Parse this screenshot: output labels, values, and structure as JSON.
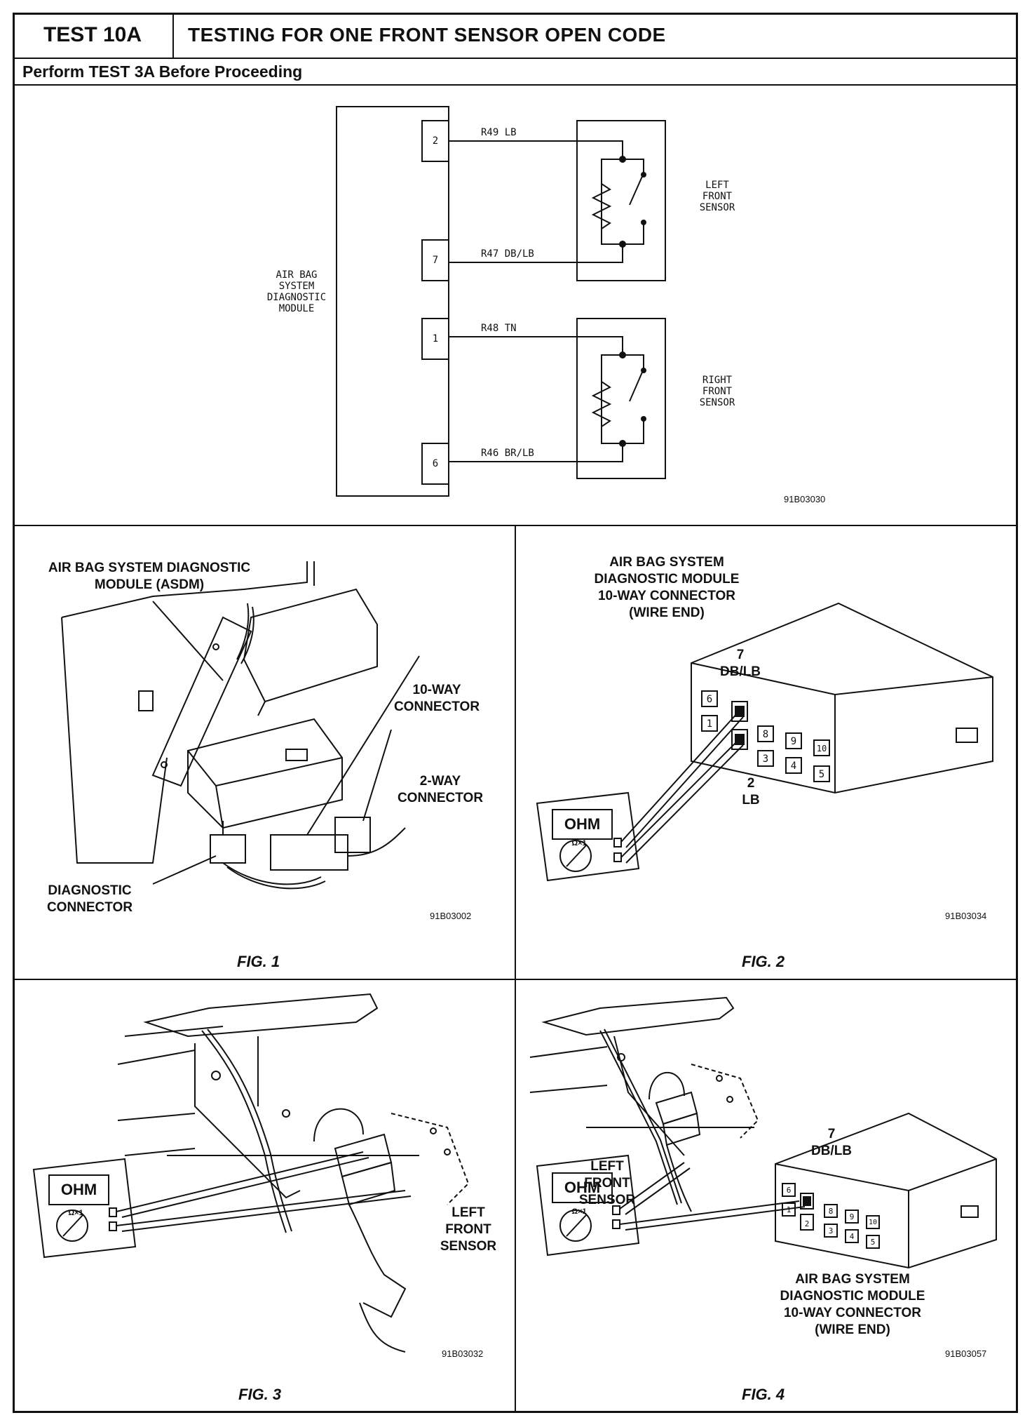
{
  "header": {
    "test_id": "TEST 10A",
    "title": "TESTING FOR ONE FRONT SENSOR OPEN CODE",
    "note": "Perform TEST 3A Before Proceeding"
  },
  "schematic": {
    "module_label": [
      "AIR BAG",
      "SYSTEM",
      "DIAGNOSTIC",
      "MODULE"
    ],
    "pins": [
      "2",
      "7",
      "1",
      "6"
    ],
    "wires": [
      "R49 LB",
      "R47 DB/LB",
      "R48 TN",
      "R46 BR/LB"
    ],
    "left_sensor": [
      "LEFT",
      "FRONT",
      "SENSOR"
    ],
    "right_sensor": [
      "RIGHT",
      "FRONT",
      "SENSOR"
    ],
    "code": "91B03030"
  },
  "fig1": {
    "caption": "FIG. 1",
    "code": "91B03002",
    "module_label": "AIR BAG SYSTEM DIAGNOSTIC\nMODULE (ASDM)",
    "ten_way": "10-WAY\nCONNECTOR",
    "two_way": "2-WAY\nCONNECTOR",
    "diag": "DIAGNOSTIC\nCONNECTOR"
  },
  "fig2": {
    "caption": "FIG. 2",
    "code": "91B03034",
    "connector_label": "AIR BAG SYSTEM\nDIAGNOSTIC MODULE\n10-WAY CONNECTOR\n(WIRE END)",
    "pin7": "7\nDB/LB",
    "pin2": "2\nLB",
    "meter": "OHM",
    "range": "Ω×1",
    "pins": [
      "6",
      "1",
      "8",
      "3",
      "9",
      "4",
      "10",
      "5"
    ]
  },
  "fig3": {
    "caption": "FIG. 3",
    "code": "91B03032",
    "sensor_label": "LEFT\nFRONT\nSENSOR",
    "meter": "OHM",
    "range": "Ω×1"
  },
  "fig4": {
    "caption": "FIG. 4",
    "code": "91B03057",
    "sensor_label": "LEFT\nFRONT\nSENSOR",
    "pin7": "7\nDB/LB",
    "connector_label": "AIR BAG SYSTEM\nDIAGNOSTIC MODULE\n10-WAY CONNECTOR\n(WIRE END)",
    "meter": "OHM",
    "range": "Ω×1",
    "pins": [
      "6",
      "1",
      "2",
      "8",
      "3",
      "9",
      "4",
      "10",
      "5"
    ]
  }
}
